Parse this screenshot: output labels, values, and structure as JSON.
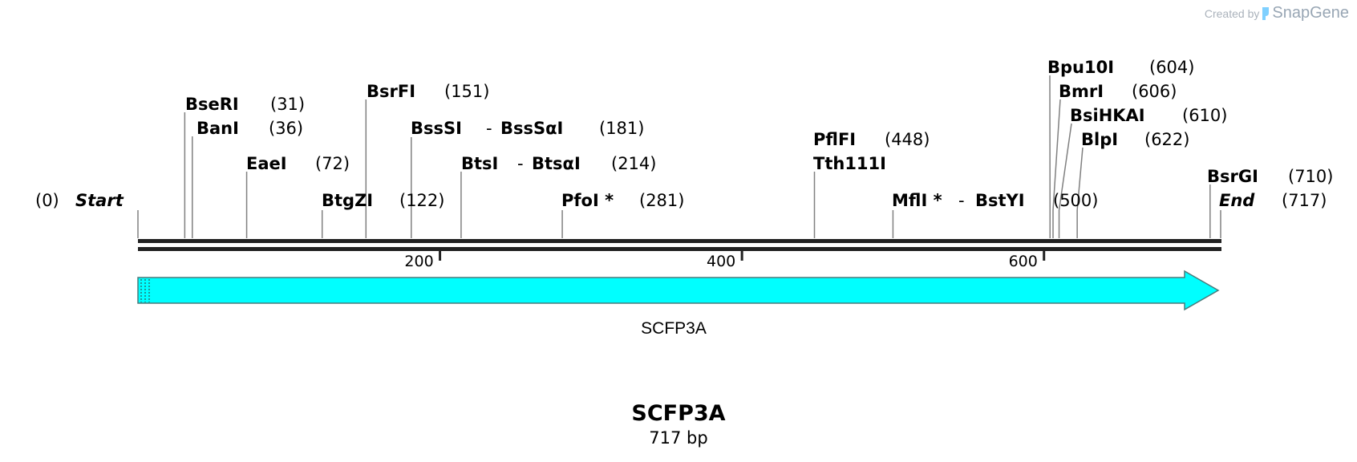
{
  "credit": {
    "prefix": "Created by",
    "brand": "SnapGene"
  },
  "map": {
    "title": "SCFP3A",
    "length_label": "717 bp",
    "length": 717,
    "ticks": [
      {
        "value": 200,
        "label": "200"
      },
      {
        "value": 400,
        "label": "400"
      },
      {
        "value": 600,
        "label": "600"
      }
    ],
    "start": {
      "pos_label": "(0)",
      "name": "Start",
      "pos": 0
    },
    "end": {
      "name": "End",
      "pos_label": "(717)",
      "pos": 717
    },
    "feature": {
      "name": "SCFP3A",
      "color": "#00ffff",
      "start": 0,
      "end": 717,
      "direction": "forward"
    },
    "sites": [
      {
        "id": "bseri",
        "name": "BseRI",
        "pos_label": "(31)",
        "cut": 31
      },
      {
        "id": "bani",
        "name": "BanI",
        "pos_label": "(36)",
        "cut": 36
      },
      {
        "id": "eaei",
        "name": "EaeI",
        "pos_label": "(72)",
        "cut": 72
      },
      {
        "id": "btgzi",
        "name": "BtgZI",
        "pos_label": "(122)",
        "cut": 122
      },
      {
        "id": "bsrfi",
        "name": "BsrFI",
        "pos_label": "(151)",
        "cut": 151
      },
      {
        "id": "bsssi",
        "name": "BssSI",
        "name2": "BssSαI",
        "pos_label": "(181)",
        "cut": 181
      },
      {
        "id": "btsi",
        "name": "BtsI",
        "name2": "BtsαI",
        "pos_label": "(214)",
        "cut": 214
      },
      {
        "id": "pfoi",
        "name": "PfoI *",
        "pos_label": "(281)",
        "cut": 281
      },
      {
        "id": "pflfi",
        "name": "PflFI",
        "pos_label": "(448)",
        "cut": 448
      },
      {
        "id": "tth111i",
        "name": "Tth111I",
        "cut": 448
      },
      {
        "id": "mfli",
        "name": "MflI *",
        "name2": "BstYI",
        "pos_label": "(500)",
        "cut": 500
      },
      {
        "id": "bpu10i",
        "name": "Bpu10I",
        "pos_label": "(604)",
        "cut": 604
      },
      {
        "id": "bmri",
        "name": "BmrI",
        "pos_label": "(606)",
        "cut": 606
      },
      {
        "id": "bsihkai",
        "name": "BsiHKAI",
        "pos_label": "(610)",
        "cut": 610
      },
      {
        "id": "blpi",
        "name": "BlpI",
        "pos_label": "(622)",
        "cut": 622
      },
      {
        "id": "bsrgi",
        "name": "BsrGI",
        "pos_label": "(710)",
        "cut": 710
      }
    ]
  }
}
